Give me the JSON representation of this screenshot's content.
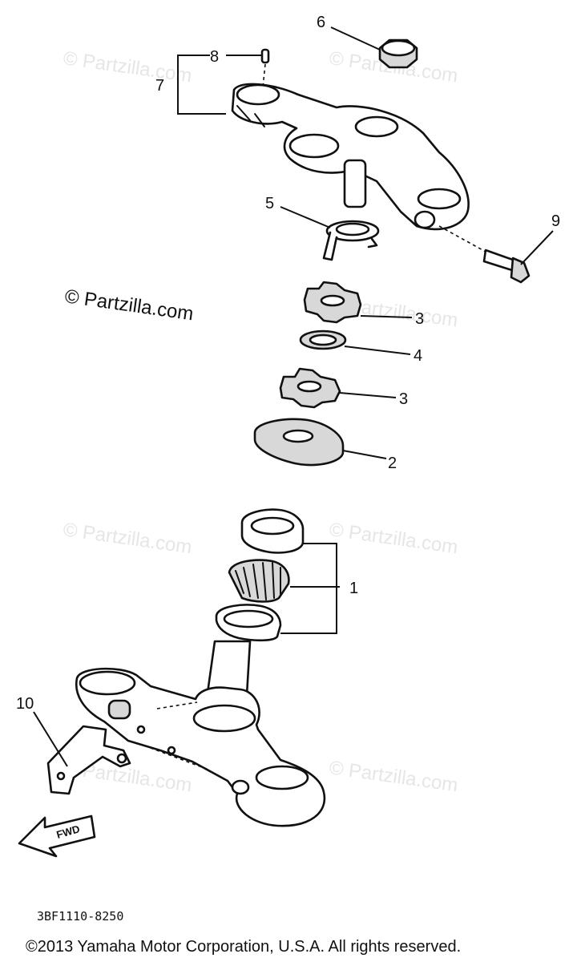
{
  "watermark": {
    "light_text": "© Partzilla.com",
    "dark_text": "© Partzilla.com"
  },
  "callouts": {
    "p1": "1",
    "p2": "2",
    "p3a": "3",
    "p3b": "3",
    "p4": "4",
    "p5": "5",
    "p6": "6",
    "p7": "7",
    "p8": "8",
    "p9": "9",
    "p10": "10"
  },
  "fwd_label": "FWD",
  "diagram_code": "3BF1110-8250",
  "copyright": "©2013  Yamaha Motor Corporation, U.S.A. All rights reserved.",
  "colors": {
    "line": "#111111",
    "watermark": "#e6e6e6",
    "fill": "#d8d8d8"
  }
}
